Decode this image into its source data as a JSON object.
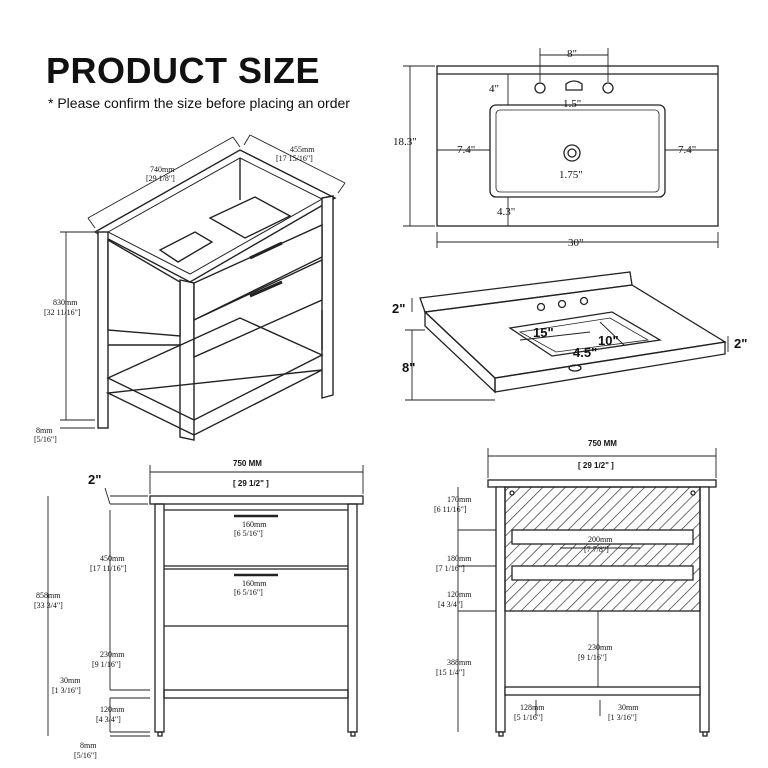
{
  "header": {
    "title": "PRODUCT SIZE",
    "note": "* Please confirm the size before placing an order"
  },
  "iso_view": {
    "width_mm": "740mm",
    "width_in": "[29 1/8\"]",
    "depth_mm": "455mm",
    "depth_in": "[17 15/16\"]",
    "height_mm": "830mm",
    "height_in": "[32 11/16\"]",
    "foot_mm": "8mm",
    "foot_in": "[5/16\"]"
  },
  "top_view": {
    "hole_spacing": "8\"",
    "hole_offset": "4\"",
    "faucet_hole": "1.5\"",
    "depth": "18.3\"",
    "left_margin": "7.4\"",
    "right_margin": "7.4\"",
    "drain": "1.75\"",
    "front_margin": "4.3\"",
    "width": "30\""
  },
  "top_3d_view": {
    "backsplash": "2\"",
    "basin_length": "15\"",
    "basin_width": "10\"",
    "basin_depth": "4.5\"",
    "side_depth": "8\"",
    "thickness": "2\""
  },
  "front_view": {
    "width_mm": "750 MM",
    "width_in": "[ 29 1/2\" ]",
    "top_thickness": "2\"",
    "total_mm": "858mm",
    "total_in": "[33 3/4\"]",
    "drawers_mm": "450mm",
    "drawers_in": "[17 11/16\"]",
    "handle1_mm": "160mm",
    "handle1_in": "[6 5/16\"]",
    "handle2_mm": "160mm",
    "handle2_in": "[6 5/16\"]",
    "open_mm": "230mm",
    "open_in": "[9 1/16\"]",
    "shelf_t_mm": "30mm",
    "shelf_t_in": "[1 3/16\"]",
    "shelf_h_mm": "120mm",
    "shelf_h_in": "[4 3/4\"]",
    "foot_mm": "8mm",
    "foot_in": "[5/16\"]"
  },
  "side_view": {
    "width_mm": "750 MM",
    "width_in": "[ 29 1/2\" ]",
    "d1_mm": "170mm",
    "d1_in": "[6 11/16\"]",
    "inner_mm": "200mm",
    "inner_in": "[7 7/8\"]",
    "d2_mm": "180mm",
    "d2_in": "[7 1/16\"]",
    "d3_mm": "120mm",
    "d3_in": "[4 3/4\"]",
    "open_mm": "230mm",
    "open_in": "[9 1/16\"]",
    "leg_mm": "388mm",
    "leg_in": "[15 1/4\"]",
    "foot_w_mm": "128mm",
    "foot_w_in": "[5 1/16\"]",
    "shelf_t_mm": "30mm",
    "shelf_t_in": "[1 3/16\"]"
  }
}
